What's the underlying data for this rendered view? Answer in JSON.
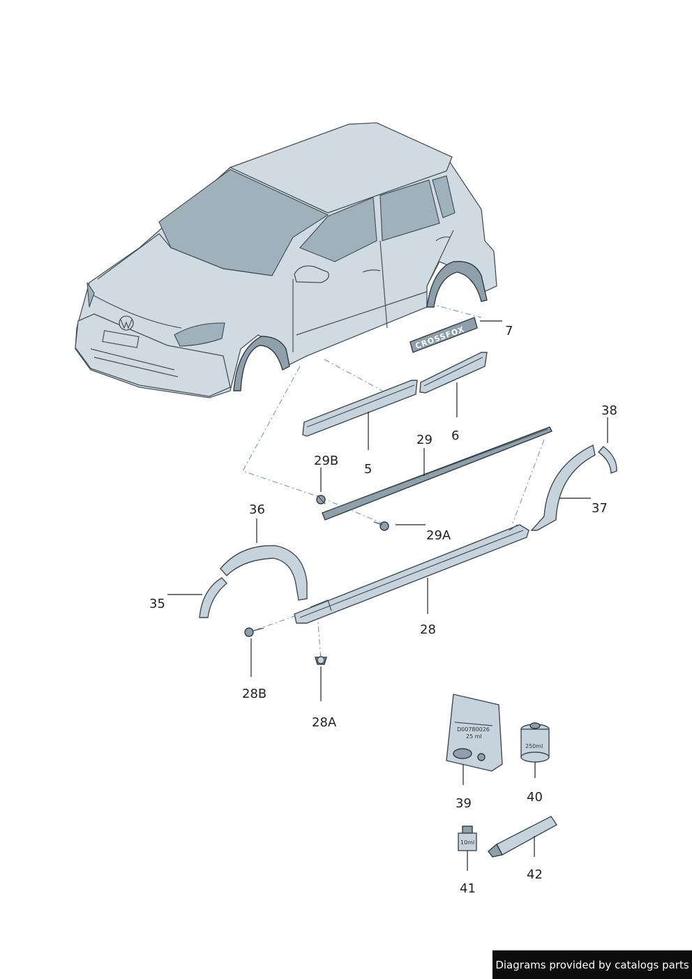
{
  "callouts": {
    "c5": "5",
    "c6": "6",
    "c7": "7",
    "c28": "28",
    "c28a": "28A",
    "c28b": "28B",
    "c29": "29",
    "c29a": "29A",
    "c29b": "29B",
    "c35": "35",
    "c36": "36",
    "c37": "37",
    "c38": "38",
    "c39": "39",
    "c40": "40",
    "c41": "41",
    "c42": "42"
  },
  "part_labels": {
    "badge": "CROSSFOX",
    "bag_code": "D00780026",
    "bag_volume": "25 ml",
    "can_volume": "250ml",
    "bottle_volume": "10ml"
  },
  "credit": "Diagrams provided by catalogs parts",
  "colors": {
    "part_fill": "#c6d3dc",
    "outline": "#3f4a52",
    "credit_bg": "#0d0d0d"
  }
}
